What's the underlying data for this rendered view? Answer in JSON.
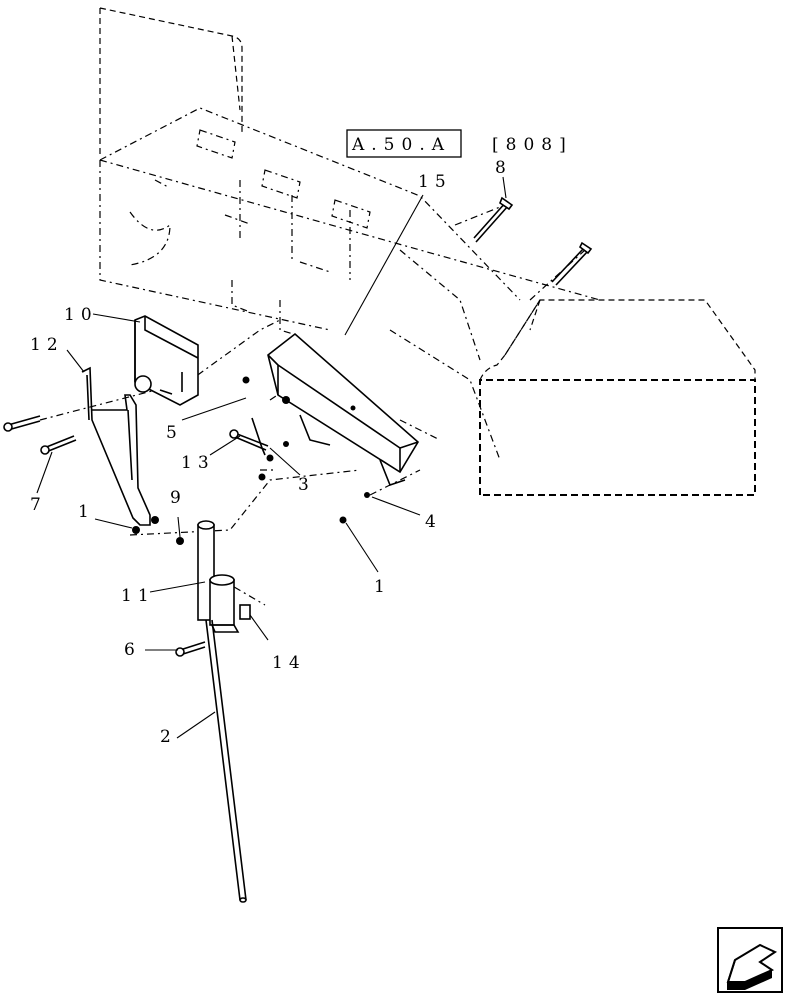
{
  "reference": {
    "box_label": "A.50.A",
    "bracket_label": "[808]"
  },
  "callouts": [
    {
      "id": "c15",
      "label": "15"
    },
    {
      "id": "c8",
      "label": "8"
    },
    {
      "id": "c10",
      "label": "10"
    },
    {
      "id": "c12",
      "label": "12"
    },
    {
      "id": "c5",
      "label": "5"
    },
    {
      "id": "c13",
      "label": "13"
    },
    {
      "id": "c3",
      "label": "3"
    },
    {
      "id": "c7",
      "label": "7"
    },
    {
      "id": "c9",
      "label": "9"
    },
    {
      "id": "c1a",
      "label": "1"
    },
    {
      "id": "c4",
      "label": "4"
    },
    {
      "id": "c1b",
      "label": "1"
    },
    {
      "id": "c11",
      "label": "11"
    },
    {
      "id": "c6",
      "label": "6"
    },
    {
      "id": "c14",
      "label": "14"
    },
    {
      "id": "c2",
      "label": "2"
    }
  ],
  "nav_icon": "back-arrow-icon"
}
